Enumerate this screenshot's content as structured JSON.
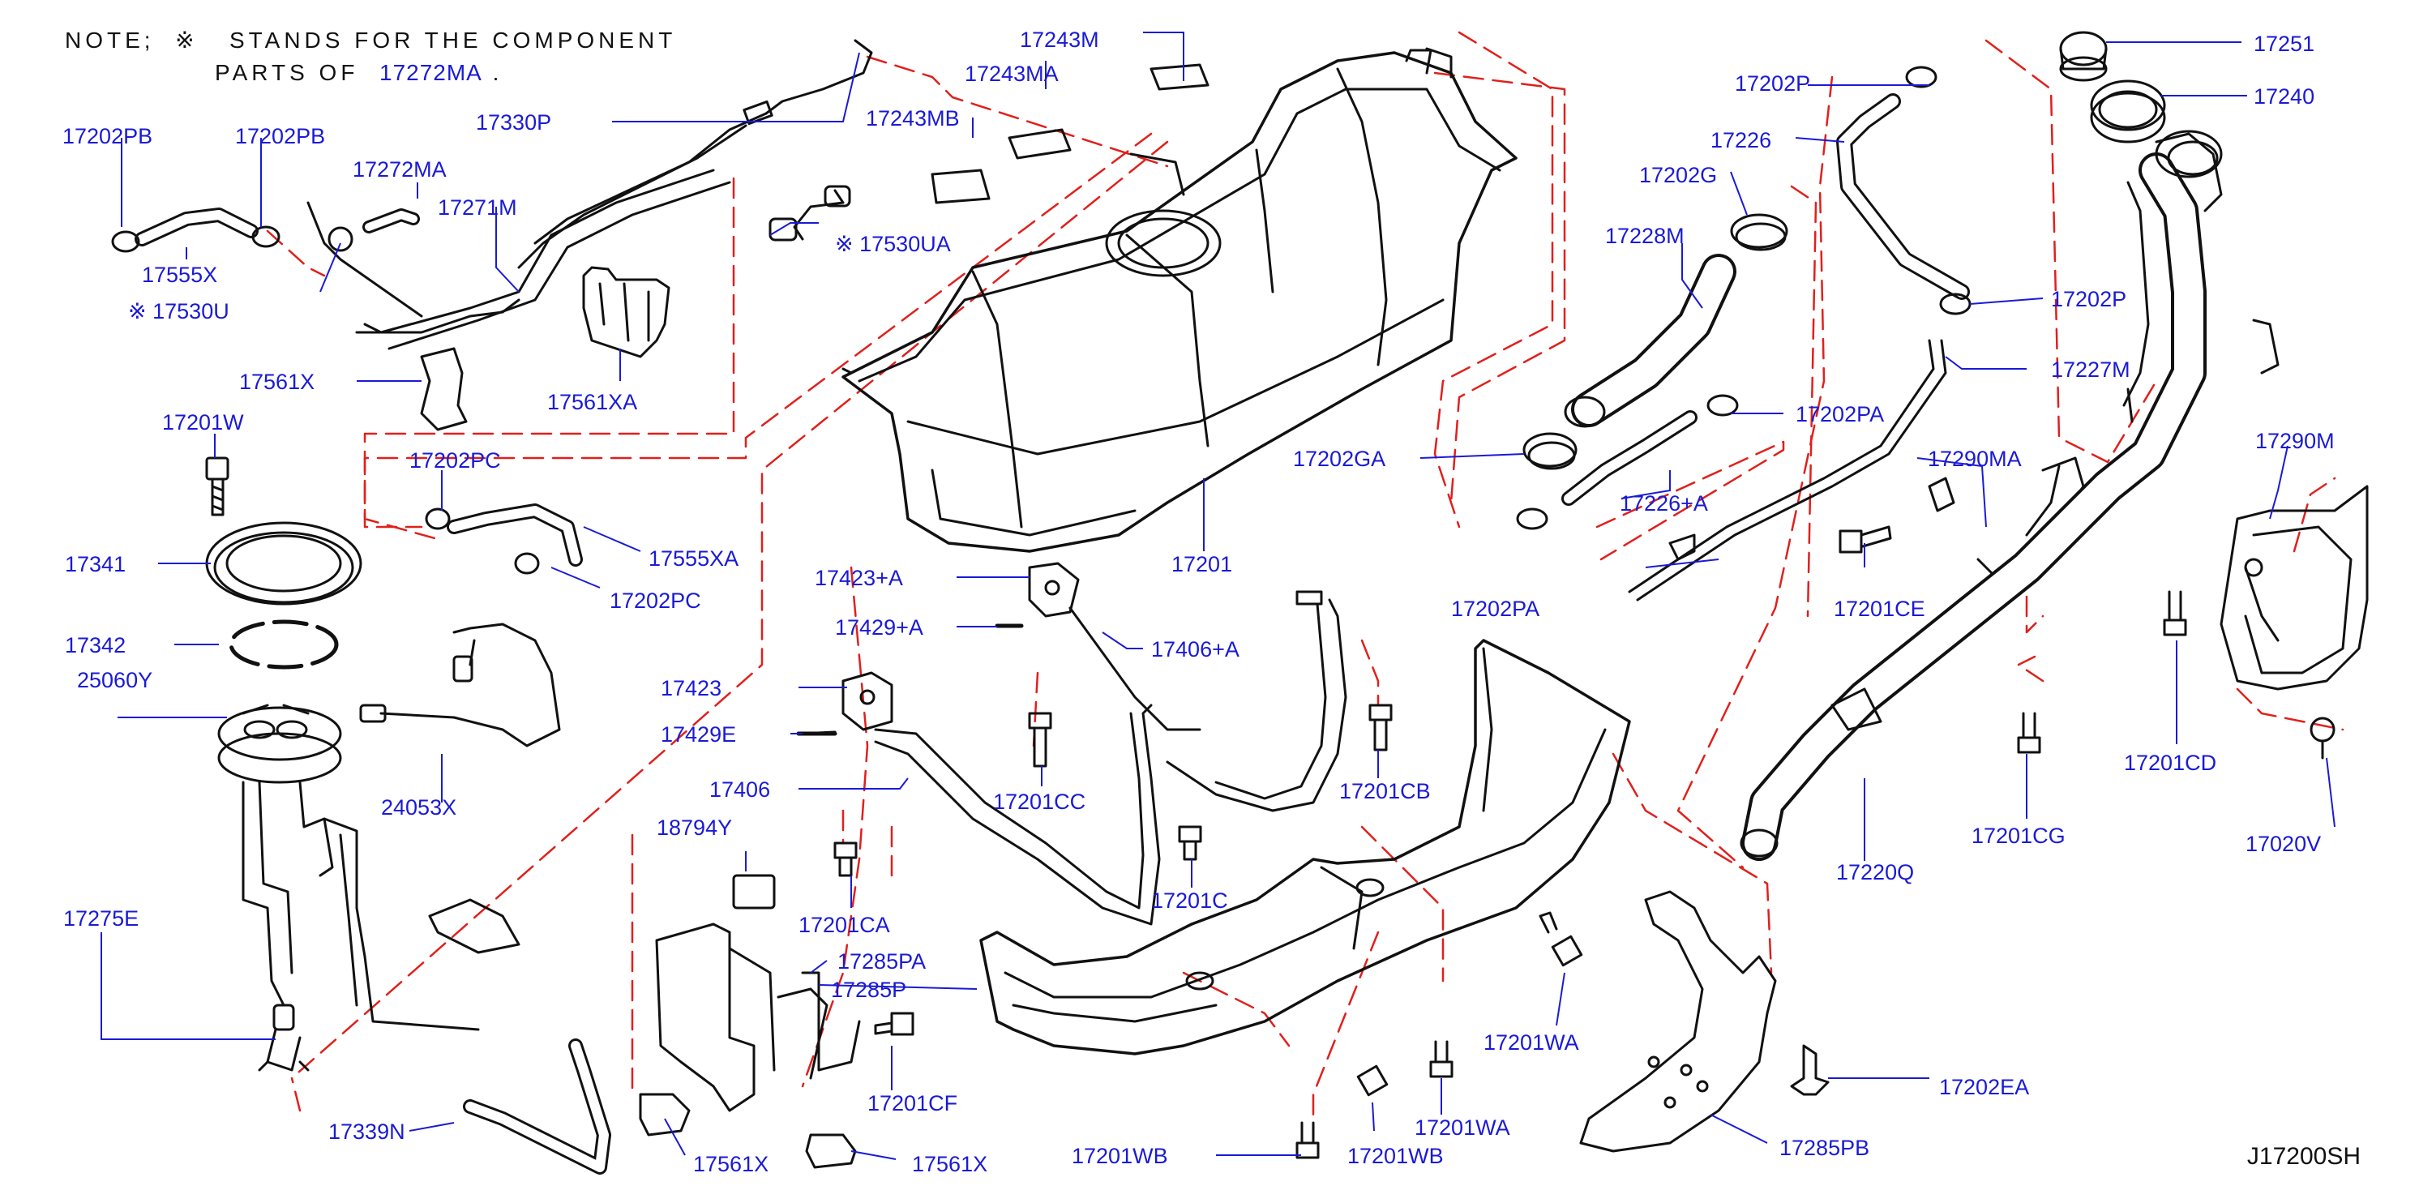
{
  "note": {
    "prefix": "NOTE;",
    "symbol": "※",
    "text_a": "STANDS FOR THE COMPONENT",
    "text_b": "PARTS OF",
    "ref": "17272MA",
    "end": "."
  },
  "diagram_id": "J17200SH",
  "colors": {
    "label": "#1a1ad6",
    "line": "#111111",
    "dash": "#e0201c"
  },
  "labels": [
    {
      "id": "17243M",
      "text": "17243M"
    },
    {
      "id": "17243MA",
      "text": "17243MA"
    },
    {
      "id": "17243MB",
      "text": "17243MB"
    },
    {
      "id": "17330P",
      "text": "17330P"
    },
    {
      "id": "17202PB-a",
      "text": "17202PB"
    },
    {
      "id": "17202PB-b",
      "text": "17202PB"
    },
    {
      "id": "17272MA",
      "text": "17272MA"
    },
    {
      "id": "17271M",
      "text": "17271M"
    },
    {
      "id": "17555X",
      "text": "17555X"
    },
    {
      "id": "17530U",
      "text": "※ 17530U"
    },
    {
      "id": "17530UA",
      "text": "※ 17530UA"
    },
    {
      "id": "17561X-top",
      "text": "17561X"
    },
    {
      "id": "17561XA",
      "text": "17561XA"
    },
    {
      "id": "17201W",
      "text": "17201W"
    },
    {
      "id": "17202PC-a",
      "text": "17202PC"
    },
    {
      "id": "17555XA",
      "text": "17555XA"
    },
    {
      "id": "17202PC-b",
      "text": "17202PC"
    },
    {
      "id": "17341",
      "text": "17341"
    },
    {
      "id": "17342",
      "text": "17342"
    },
    {
      "id": "25060Y",
      "text": "25060Y"
    },
    {
      "id": "24053X",
      "text": "24053X"
    },
    {
      "id": "17275E",
      "text": "17275E"
    },
    {
      "id": "17339N",
      "text": "17339N"
    },
    {
      "id": "17561X-b1",
      "text": "17561X"
    },
    {
      "id": "17561X-b2",
      "text": "17561X"
    },
    {
      "id": "18794Y",
      "text": "18794Y"
    },
    {
      "id": "17201CA",
      "text": "17201CA"
    },
    {
      "id": "17285PA",
      "text": "17285PA"
    },
    {
      "id": "17285P",
      "text": "17285P"
    },
    {
      "id": "17201CF",
      "text": "17201CF"
    },
    {
      "id": "17423+A",
      "text": "17423+A"
    },
    {
      "id": "17429+A",
      "text": "17429+A"
    },
    {
      "id": "17406+A",
      "text": "17406+A"
    },
    {
      "id": "17423",
      "text": "17423"
    },
    {
      "id": "17429E",
      "text": "17429E"
    },
    {
      "id": "17406",
      "text": "17406"
    },
    {
      "id": "17201CC",
      "text": "17201CC"
    },
    {
      "id": "17201C",
      "text": "17201C"
    },
    {
      "id": "17201CB",
      "text": "17201CB"
    },
    {
      "id": "17201",
      "text": "17201"
    },
    {
      "id": "17201WA-a",
      "text": "17201WA"
    },
    {
      "id": "17201WA-b",
      "text": "17201WA"
    },
    {
      "id": "17201WB-a",
      "text": "17201WB"
    },
    {
      "id": "17201WB-b",
      "text": "17201WB"
    },
    {
      "id": "17202P-a",
      "text": "17202P"
    },
    {
      "id": "17226",
      "text": "17226"
    },
    {
      "id": "17202G",
      "text": "17202G"
    },
    {
      "id": "17228M",
      "text": "17228M"
    },
    {
      "id": "17202P-b",
      "text": "17202P"
    },
    {
      "id": "17227M",
      "text": "17227M"
    },
    {
      "id": "17202PA",
      "text": "17202PA"
    },
    {
      "id": "17202GA",
      "text": "17202GA"
    },
    {
      "id": "17226+A",
      "text": "17226+A"
    },
    {
      "id": "17202PA-b",
      "text": "17202PA"
    },
    {
      "id": "17290MA",
      "text": "17290MA"
    },
    {
      "id": "17201CE",
      "text": "17201CE"
    },
    {
      "id": "17251",
      "text": "17251"
    },
    {
      "id": "17240",
      "text": "17240"
    },
    {
      "id": "17290M",
      "text": "17290M"
    },
    {
      "id": "17201CD",
      "text": "17201CD"
    },
    {
      "id": "17201CG",
      "text": "17201CG"
    },
    {
      "id": "17220Q",
      "text": "17220Q"
    },
    {
      "id": "17020V",
      "text": "17020V"
    },
    {
      "id": "17202EA",
      "text": "17202EA"
    },
    {
      "id": "17285PB",
      "text": "17285PB"
    }
  ]
}
